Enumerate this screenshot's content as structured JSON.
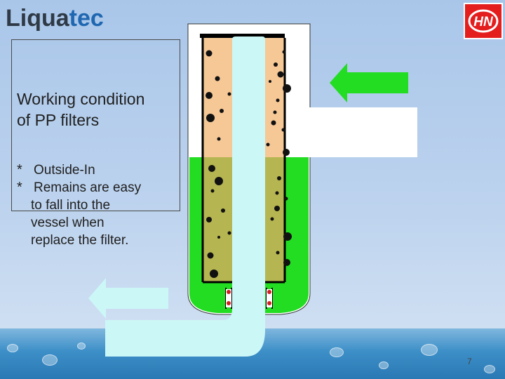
{
  "logo": {
    "part1": "Liqua",
    "part2": "tec"
  },
  "brand_mark": {
    "text": "HN"
  },
  "heading": {
    "line1": "Working condition",
    "line2": "of PP filters"
  },
  "bullets": [
    {
      "mark": "*",
      "lines": [
        "Outside-In"
      ]
    },
    {
      "mark": "*",
      "lines": [
        "Remains are easy",
        "to fall into the",
        "vessel when",
        "replace the filter."
      ]
    }
  ],
  "page_number": "7",
  "colors": {
    "inlet_arrow": "#22dd22",
    "outlet_arrow": "#ccf7f7",
    "liquid_clean": "#22dd22",
    "filter_upper": "#f5c896",
    "filter_lower": "#b5b552",
    "center_tube": "#ccf7f7",
    "brand_red": "#e41d1d"
  }
}
